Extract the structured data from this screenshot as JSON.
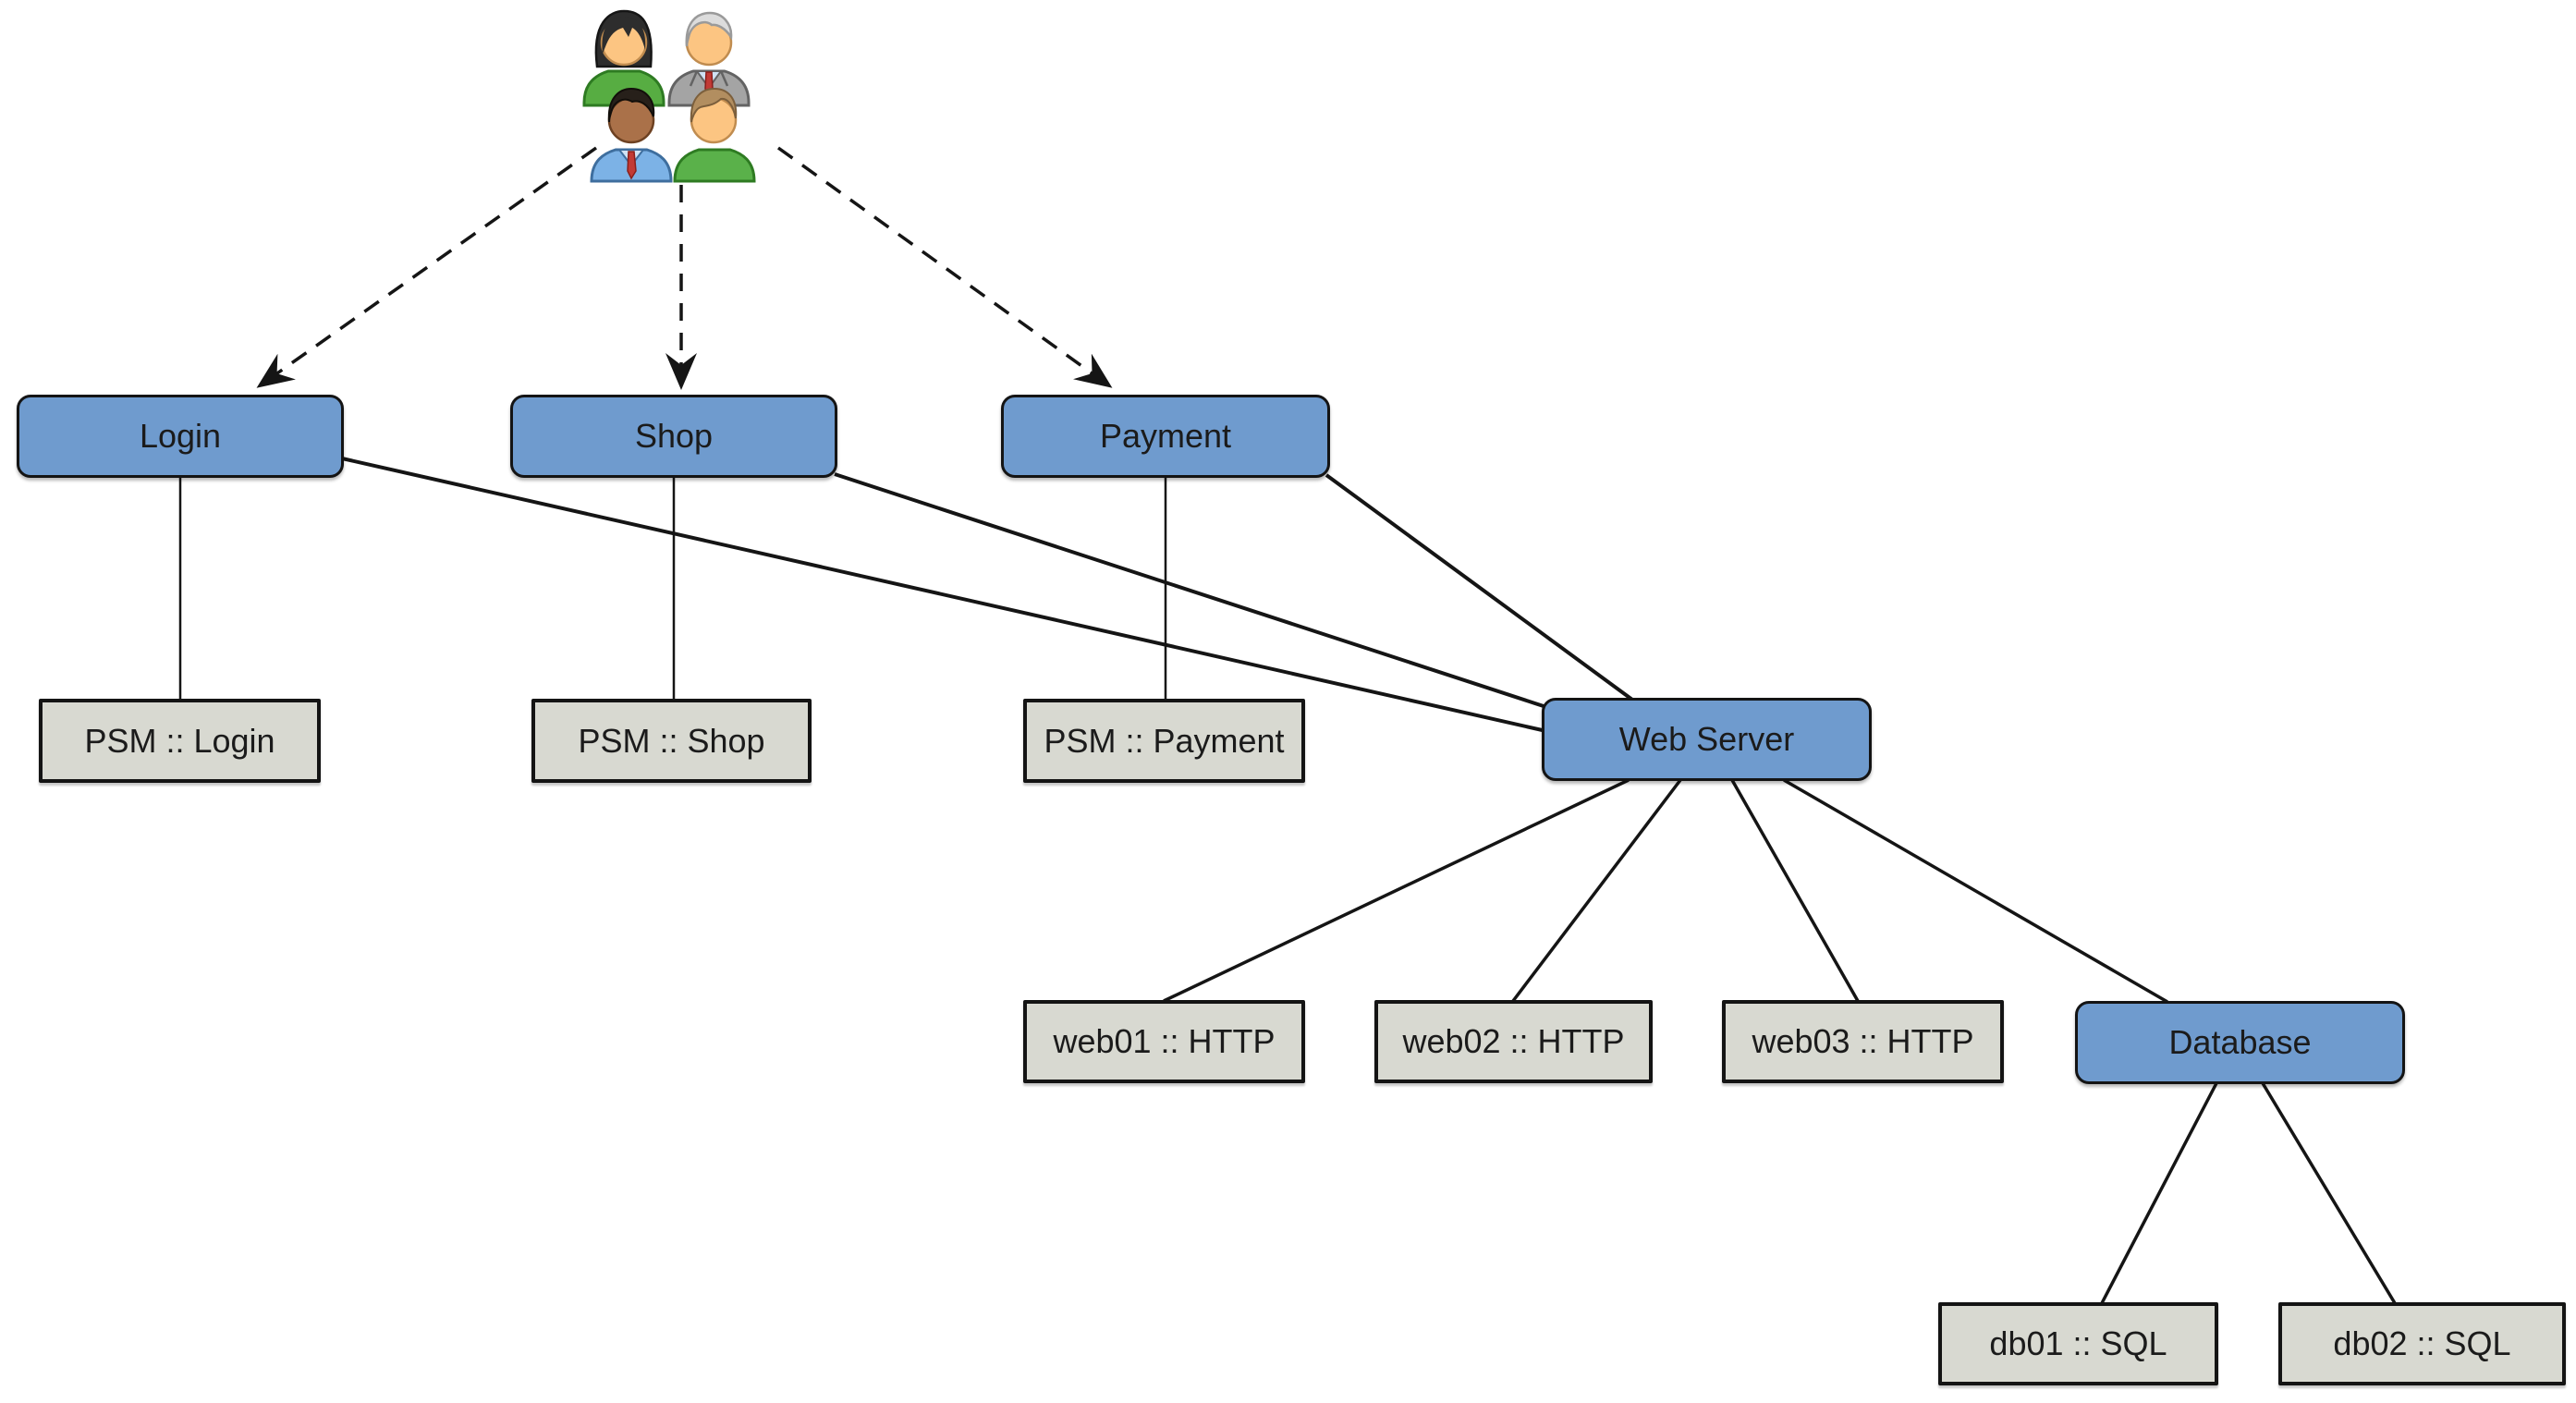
{
  "diagram": {
    "icon": "users-group-icon",
    "colors": {
      "business_service_fill": "#6f9bce",
      "ip_service_fill": "#d8d9d1",
      "node_border": "#141414",
      "edge_line": "#151515",
      "background": "#ffffff"
    },
    "nodes": {
      "login": {
        "label": "Login",
        "variant": "blue"
      },
      "shop": {
        "label": "Shop",
        "variant": "blue"
      },
      "payment": {
        "label": "Payment",
        "variant": "blue"
      },
      "psm_login": {
        "label": "PSM :: Login",
        "variant": "gray"
      },
      "psm_shop": {
        "label": "PSM :: Shop",
        "variant": "gray"
      },
      "psm_payment": {
        "label": "PSM :: Payment",
        "variant": "gray"
      },
      "web_server": {
        "label": "Web Server",
        "variant": "blue"
      },
      "web01": {
        "label": "web01 :: HTTP",
        "variant": "gray"
      },
      "web02": {
        "label": "web02 :: HTTP",
        "variant": "gray"
      },
      "web03": {
        "label": "web03 :: HTTP",
        "variant": "gray"
      },
      "database": {
        "label": "Database",
        "variant": "blue"
      },
      "db01": {
        "label": "db01 :: SQL",
        "variant": "gray"
      },
      "db02": {
        "label": "db02 :: SQL",
        "variant": "gray"
      }
    },
    "edges": [
      {
        "from": "users",
        "to": "login",
        "style": "dashed-arrow"
      },
      {
        "from": "users",
        "to": "shop",
        "style": "dashed-arrow"
      },
      {
        "from": "users",
        "to": "payment",
        "style": "dashed-arrow"
      },
      {
        "from": "login",
        "to": "psm_login",
        "style": "solid"
      },
      {
        "from": "shop",
        "to": "psm_shop",
        "style": "solid"
      },
      {
        "from": "payment",
        "to": "psm_payment",
        "style": "solid"
      },
      {
        "from": "login",
        "to": "web_server",
        "style": "solid"
      },
      {
        "from": "shop",
        "to": "web_server",
        "style": "solid"
      },
      {
        "from": "payment",
        "to": "web_server",
        "style": "solid"
      },
      {
        "from": "web_server",
        "to": "web01",
        "style": "solid"
      },
      {
        "from": "web_server",
        "to": "web02",
        "style": "solid"
      },
      {
        "from": "web_server",
        "to": "web03",
        "style": "solid"
      },
      {
        "from": "web_server",
        "to": "database",
        "style": "solid"
      },
      {
        "from": "database",
        "to": "db01",
        "style": "solid"
      },
      {
        "from": "database",
        "to": "db02",
        "style": "solid"
      }
    ]
  }
}
